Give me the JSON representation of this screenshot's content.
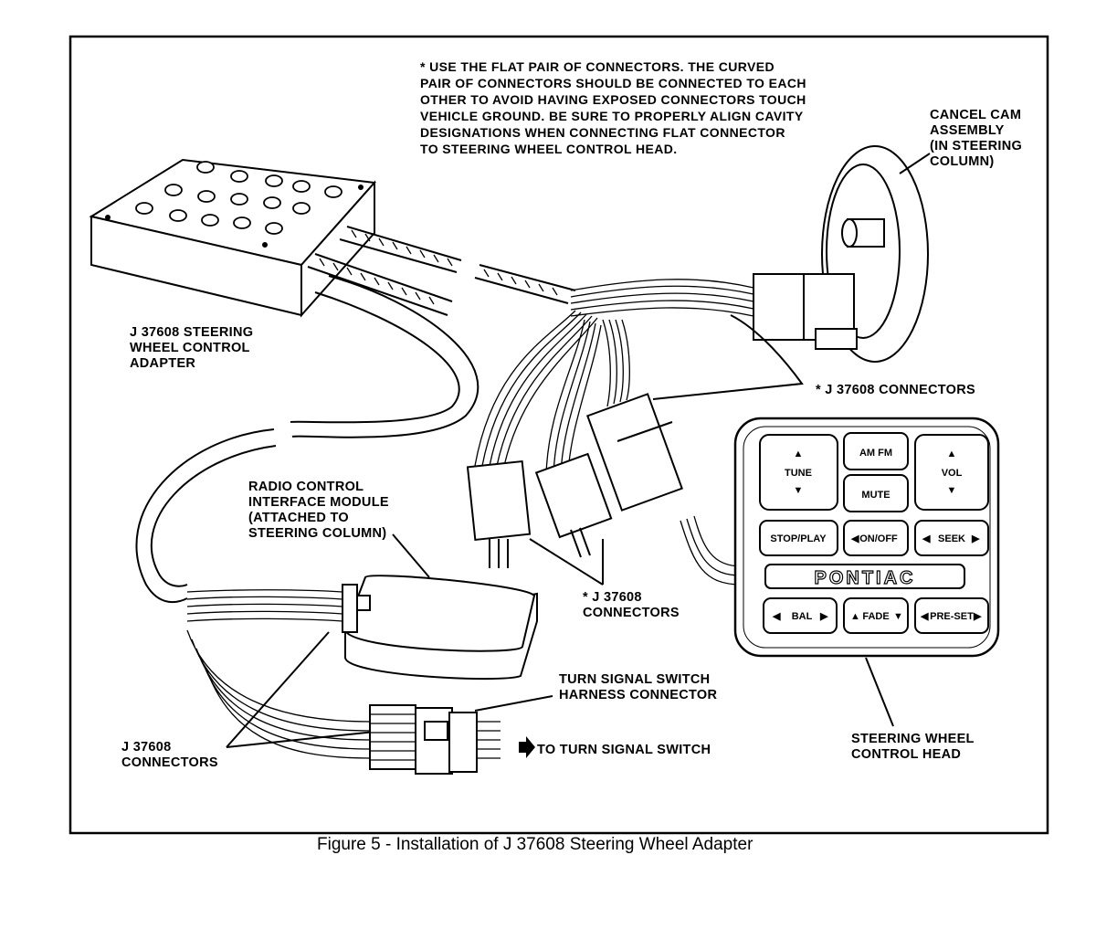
{
  "note": {
    "lines": [
      "* USE THE FLAT PAIR OF CONNECTORS.  THE CURVED",
      "PAIR OF CONNECTORS SHOULD BE CONNECTED TO EACH",
      "OTHER TO AVOID HAVING EXPOSED CONNECTORS TOUCH",
      "VEHICLE GROUND.  BE SURE TO PROPERLY ALIGN CAVITY",
      "DESIGNATIONS WHEN CONNECTING FLAT CONNECTOR",
      "TO STEERING WHEEL CONTROL HEAD."
    ]
  },
  "labels": {
    "cancel_cam": [
      "CANCEL CAM",
      "ASSEMBLY",
      "(IN STEERING",
      "COLUMN)"
    ],
    "adapter": [
      "J 37608 STEERING",
      "WHEEL CONTROL",
      "ADAPTER"
    ],
    "connectors_right": "* J 37608 CONNECTORS",
    "radio_module": [
      "RADIO CONTROL",
      "INTERFACE MODULE",
      "(ATTACHED TO",
      "STEERING COLUMN)"
    ],
    "connectors_mid": [
      "* J 37608",
      "CONNECTORS"
    ],
    "turn_signal_harness": [
      "TURN SIGNAL SWITCH",
      "HARNESS CONNECTOR"
    ],
    "connectors_left": [
      "J 37608",
      "CONNECTORS"
    ],
    "to_turn_signal": "TO TURN SIGNAL SWITCH",
    "control_head": [
      "STEERING WHEEL",
      "CONTROL HEAD"
    ]
  },
  "control_head": {
    "brand": "PONTIAC",
    "buttons": {
      "tune": "TUNE",
      "am_fm": "AM FM",
      "mute": "MUTE",
      "vol": "VOL",
      "stop_play": "STOP/PLAY",
      "on_off": "ON/OFF",
      "seek": "SEEK",
      "bal": "BAL",
      "fade": "FADE",
      "pre_set": "PRE-SET"
    }
  },
  "caption": "Figure 5 - Installation of J 37608 Steering Wheel Adapter"
}
